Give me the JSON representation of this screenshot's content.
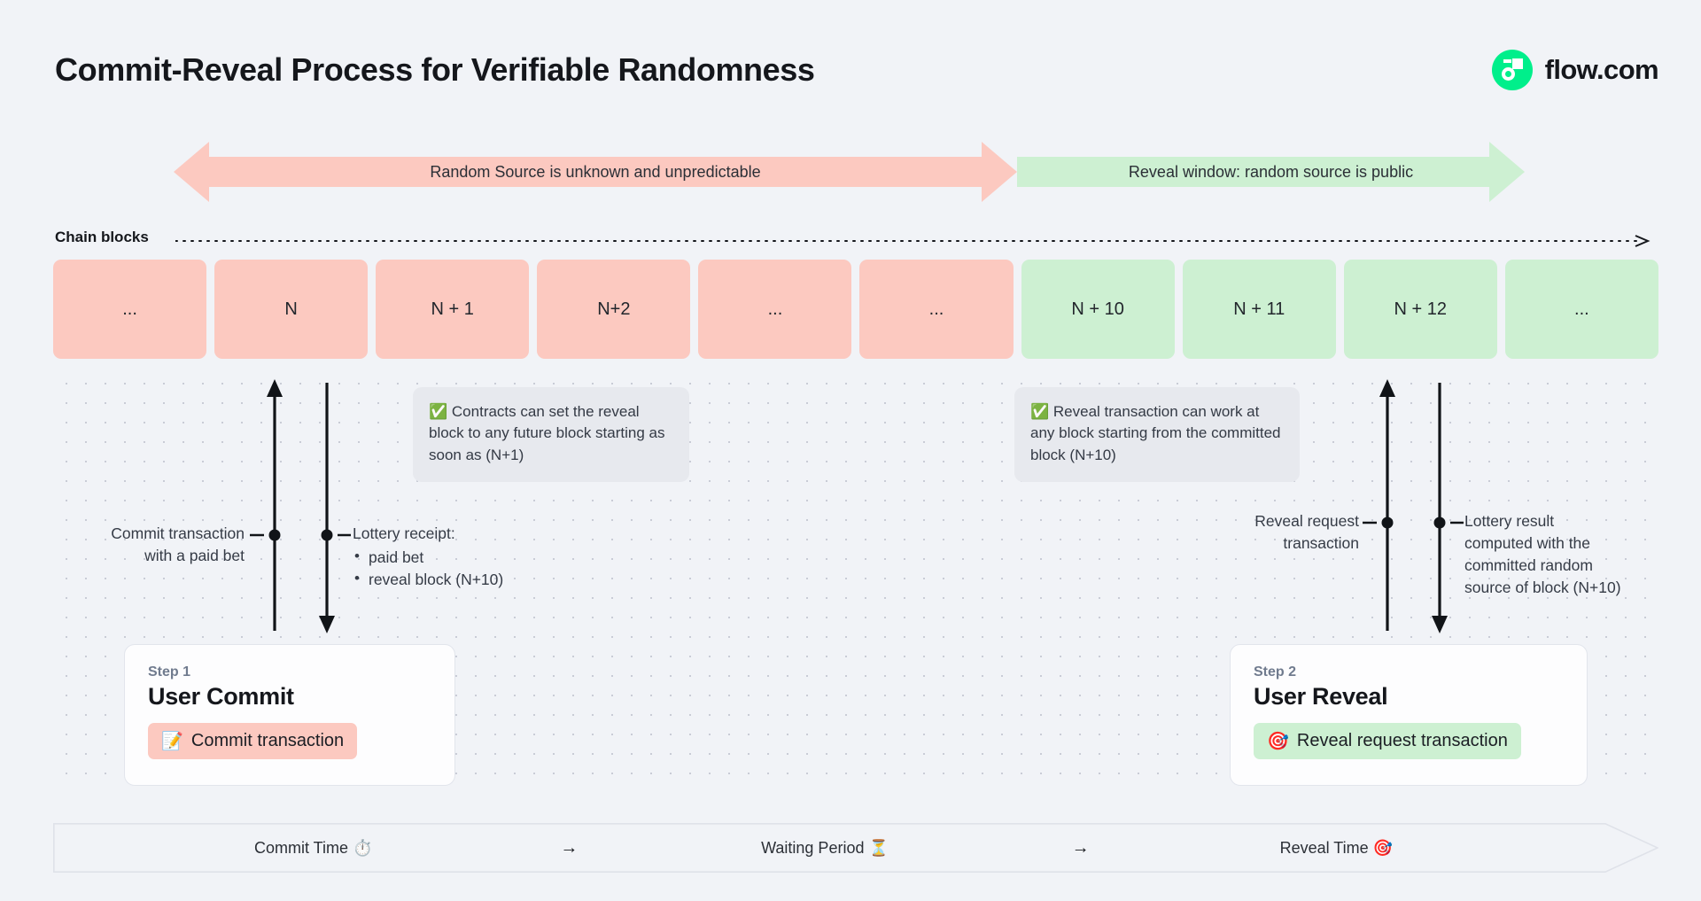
{
  "header": {
    "title": "Commit-Reveal Process for Verifiable Randomness",
    "brand_name": "flow.com",
    "brand_icon": "flow-logo-icon"
  },
  "colors": {
    "page_bg": "#f1f3f7",
    "pink": "#fcc9c0",
    "green": "#cdf0d2",
    "brand_green": "#00ef8b",
    "text": "#15171c",
    "muted_text": "#707b8e",
    "callout_bg": "#e7e9ee"
  },
  "banners": [
    {
      "label": "Random Source is unknown and unpredictable",
      "color": "#fcc9c0",
      "direction": "double"
    },
    {
      "label": "Reveal window: random source is public",
      "color": "#cdf0d2",
      "direction": "right"
    }
  ],
  "chain": {
    "label": "Chain blocks",
    "blocks": [
      {
        "label": "...",
        "state": "pink"
      },
      {
        "label": "N",
        "state": "pink"
      },
      {
        "label": "N + 1",
        "state": "pink"
      },
      {
        "label": "N+2",
        "state": "pink"
      },
      {
        "label": "...",
        "state": "pink"
      },
      {
        "label": "...",
        "state": "pink"
      },
      {
        "label": "N + 10",
        "state": "green"
      },
      {
        "label": "N + 11",
        "state": "green"
      },
      {
        "label": "N + 12",
        "state": "green"
      },
      {
        "label": "...",
        "state": "green"
      }
    ]
  },
  "callouts": {
    "left": {
      "icon": "✅",
      "text": "Contracts can set the reveal block to any future block starting as soon as (N+1)"
    },
    "right": {
      "icon": "✅",
      "text": "Reveal transaction can work at any block starting from the committed block (N+10)"
    }
  },
  "annotations": {
    "commit": {
      "line1": "Commit transaction",
      "line2": "with a paid bet"
    },
    "receipt": {
      "title": "Lottery receipt:",
      "bullets": [
        "paid bet",
        "reveal block (N+10)"
      ]
    },
    "reveal_request": {
      "line1": "Reveal request",
      "line2": "transaction"
    },
    "lottery_result": {
      "line1": "Lottery result",
      "line2": "computed with the",
      "line3": "committed random",
      "line4": "source of block (N+10)"
    }
  },
  "steps": [
    {
      "eyebrow": "Step 1",
      "title": "User Commit",
      "pill_icon": "📝",
      "pill_label": "Commit transaction",
      "pill_color": "pink"
    },
    {
      "eyebrow": "Step 2",
      "title": "User Reveal",
      "pill_icon": "🎯",
      "pill_label": "Reveal request transaction",
      "pill_color": "green"
    }
  ],
  "timeline": {
    "phases": [
      "Commit Time ⏱️",
      "Waiting Period ⏳",
      "Reveal Time 🎯"
    ],
    "arrow": "→"
  }
}
